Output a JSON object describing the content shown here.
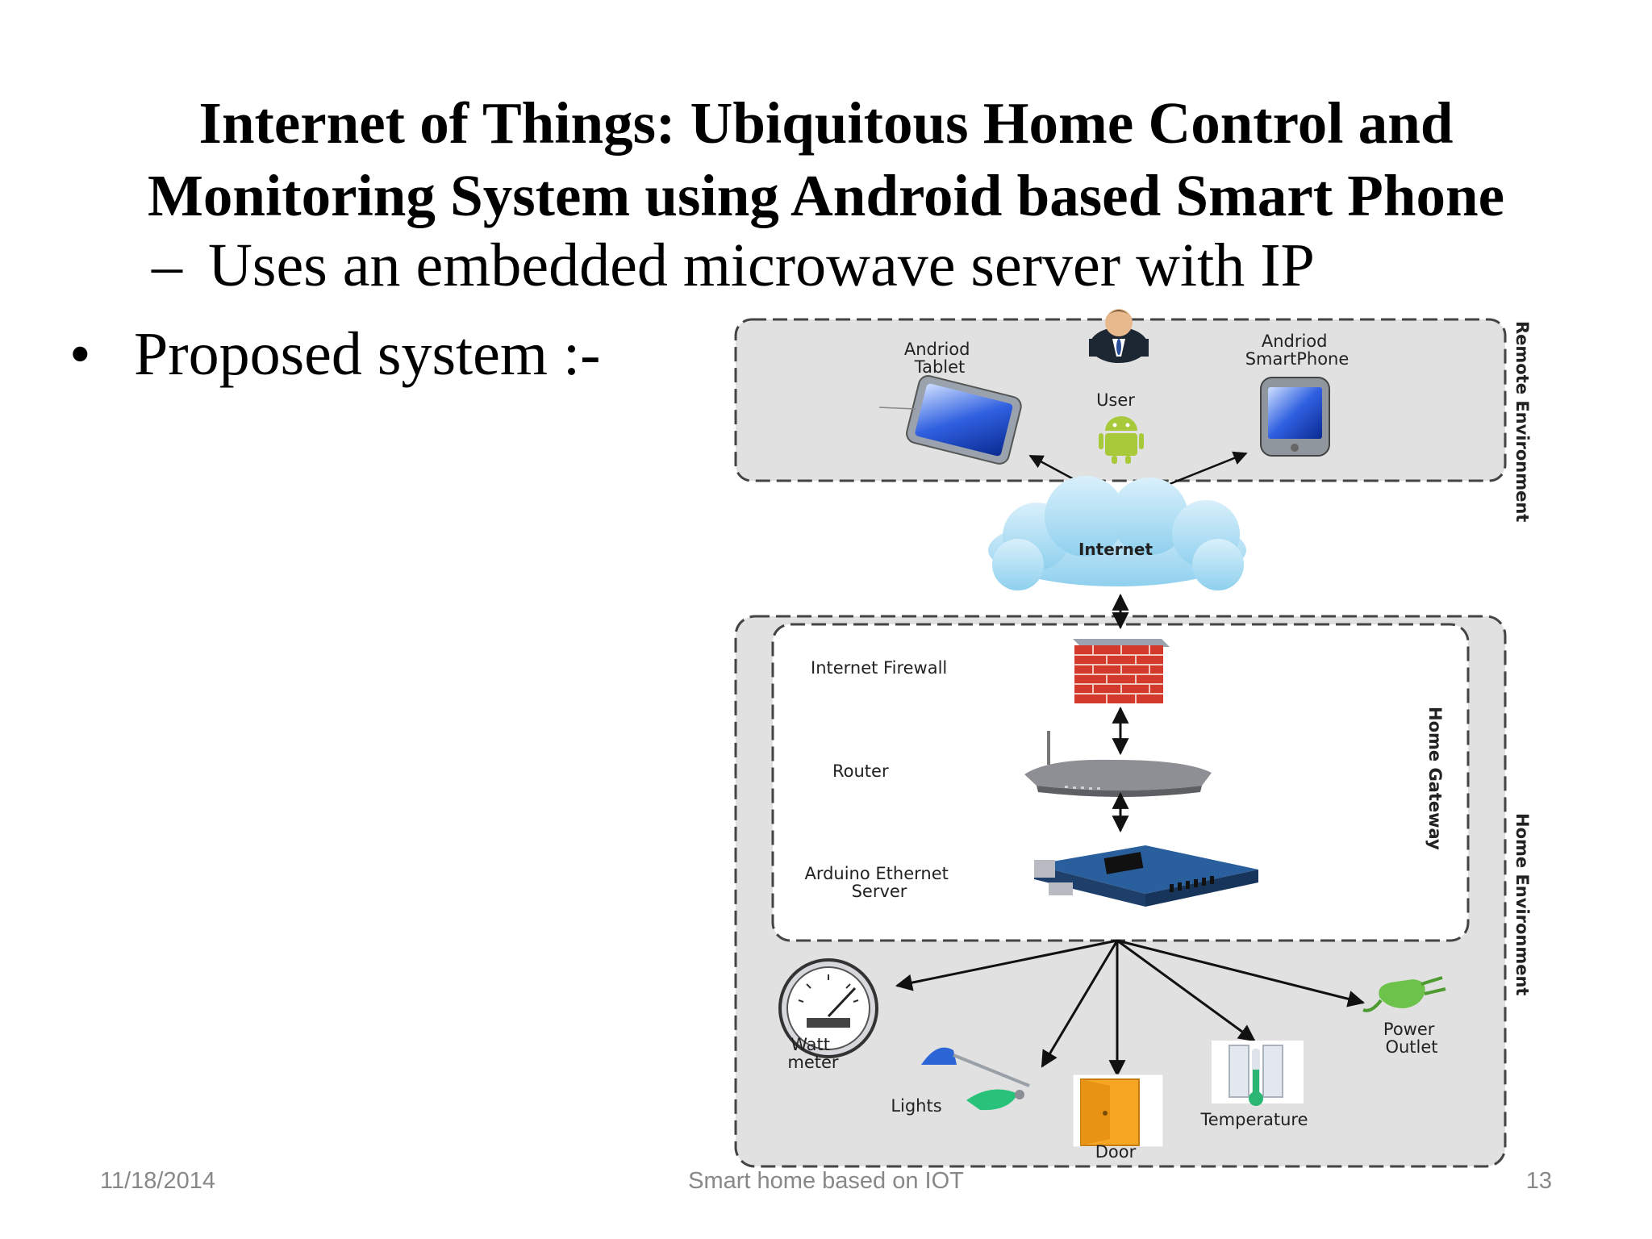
{
  "slide": {
    "title_line1": "Internet of Things: Ubiquitous Home Control and",
    "title_line2": "Monitoring System using Android based Smart Phone",
    "subpoint_marker": "–",
    "subpoint": "Uses an embedded microwave server with IP",
    "bullet_marker": "•",
    "bullet": "Proposed  system :-"
  },
  "diagram": {
    "remote_environment": "Remote Environment",
    "android_tablet_line1": "Andriod",
    "android_tablet_line2": "Tablet",
    "user": "User",
    "android_phone_line1": "Andriod",
    "android_phone_line2": "SmartPhone",
    "internet": "Internet",
    "internet_firewall": "Internet Firewall",
    "router": "Router",
    "arduino_line1": "Arduino Ethernet",
    "arduino_line2": "Server",
    "home_gateway": "Home Gateway",
    "home_environment": "Home Environment",
    "watt_meter_line1": "Watt",
    "watt_meter_line2": "meter",
    "lights": "Lights",
    "door": "Door",
    "temperature": "Temperature",
    "power_outlet_line1": "Power",
    "power_outlet_line2": "Outlet"
  },
  "footer": {
    "date": "11/18/2014",
    "center": "Smart home based on IOT",
    "page_number": "13"
  }
}
